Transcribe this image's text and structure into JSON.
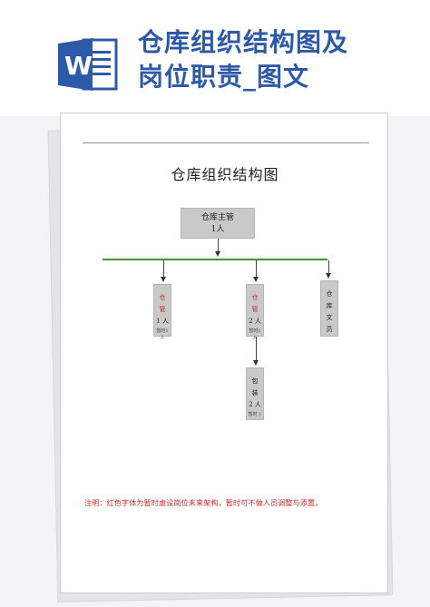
{
  "header": {
    "icon": "word-document-icon",
    "icon_letter": "W",
    "title_line1": "仓库组织结构图及",
    "title_line2": "岗位职责_图文",
    "accent_color": "#2d5aa8"
  },
  "document": {
    "title": "仓库组织结构图",
    "org_chart": {
      "head": {
        "title": "仓库主管",
        "count": "1人"
      },
      "branch_a": {
        "c1": "仓",
        "c2": "管",
        "count": "1 人",
        "note": "暂时1人"
      },
      "branch_b": {
        "c1": "仓",
        "c2": "管",
        "count": "2 人",
        "note": "暂时1人"
      },
      "branch_c": {
        "c1": "仓",
        "c2": "库",
        "c3": "文",
        "c4": "员"
      },
      "branch_d": {
        "c1": "包",
        "c2": "装",
        "count": "2 人",
        "note": "暂时 1"
      }
    },
    "note": "注明：红色字体为暂时虚设岗位未来架构，暂时可不做人员调整与添置。",
    "note_color": "#d42222",
    "line_color": "#4a8c3c"
  }
}
